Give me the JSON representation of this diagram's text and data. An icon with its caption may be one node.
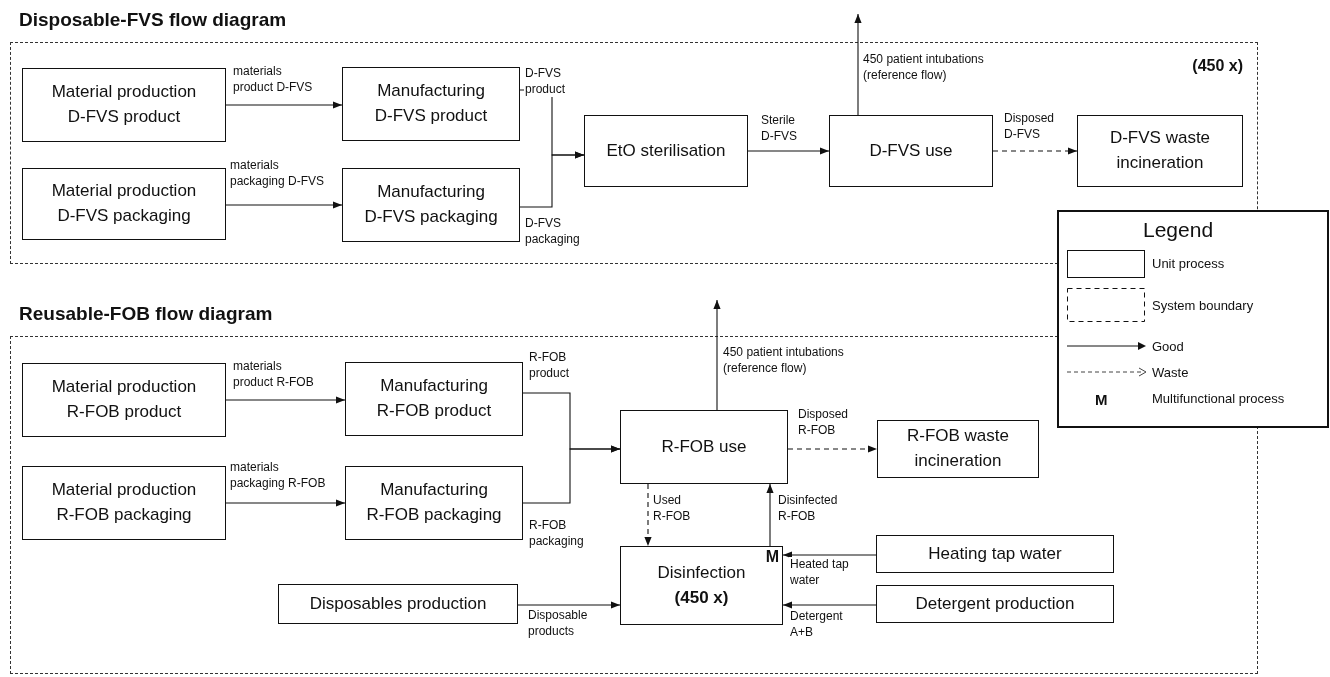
{
  "diagram": {
    "nodes": [
      {
        "text": [
          "Disposable-FVS flow diagram",
          "(450 x)"
        ]
      },
      {
        "text": [
          "Material production D-FVS product"
        ],
        "in": 0
      },
      {
        "text": [
          "Manufacturing D-FVS product"
        ],
        "in": 0
      },
      {
        "text": [
          "Material production D-FVS packaging"
        ],
        "in": 0
      },
      {
        "text": [
          "Manufacturing D-FVS packaging"
        ],
        "in": 0
      },
      {
        "text": [
          "EtO sterilisation"
        ],
        "in": 0
      },
      {
        "text": [
          "D-FVS use"
        ],
        "in": 0
      },
      {
        "text": [
          "D-FVS waste incineration"
        ],
        "in": 0
      },
      {
        "text": [
          "Reusable-FOB flow diagram"
        ]
      },
      {
        "text": [
          "Material production R-FOB product"
        ],
        "in": 8
      },
      {
        "text": [
          "Manufacturing R-FOB product"
        ],
        "in": 8
      },
      {
        "text": [
          "Material production R-FOB packaging"
        ],
        "in": 8
      },
      {
        "text": [
          "Manufacturing R-FOB packaging"
        ],
        "in": 8
      },
      {
        "text": [
          "R-FOB use"
        ],
        "in": 8
      },
      {
        "text": [
          "R-FOB waste incineration"
        ],
        "in": 8
      },
      {
        "text": [
          "Disinfection",
          "(450 x)",
          "M"
        ],
        "in": 8
      },
      {
        "text": [
          "Disposables production"
        ],
        "in": 8
      },
      {
        "text": [
          "Heating tap water"
        ],
        "in": 8
      },
      {
        "text": [
          "Detergent production"
        ],
        "in": 8
      }
    ],
    "edges": [
      {
        "from": 1,
        "to": 2,
        "arrow": "to",
        "label": "materials product D-FVS"
      },
      {
        "from": 3,
        "to": 4,
        "arrow": "to",
        "label": "materials packaging D-FVS"
      },
      {
        "from": 2,
        "to": 5,
        "arrow": "to",
        "label": "D-FVS product"
      },
      {
        "from": 4,
        "to": 5,
        "arrow": "to",
        "label": "D-FVS packaging"
      },
      {
        "from": 5,
        "to": 6,
        "arrow": "to",
        "label": "Sterile D-FVS"
      },
      {
        "from": 6,
        "to": null,
        "arrow": "to",
        "label": "450 patient intubations (reference flow)"
      },
      {
        "from": 6,
        "to": 7,
        "arrow": "to",
        "label": "Disposed D-FVS",
        "style": "dashed"
      },
      {
        "from": 9,
        "to": 10,
        "arrow": "to",
        "label": "materials product R-FOB"
      },
      {
        "from": 11,
        "to": 12,
        "arrow": "to",
        "label": "materials packaging R-FOB"
      },
      {
        "from": 10,
        "to": 13,
        "arrow": "to",
        "label": "R-FOB product"
      },
      {
        "from": 12,
        "to": 13,
        "arrow": "to",
        "label": "R-FOB packaging"
      },
      {
        "from": 13,
        "to": null,
        "arrow": "to",
        "label": "450 patient intubations (reference flow)"
      },
      {
        "from": 13,
        "to": 14,
        "arrow": "to",
        "label": "Disposed R-FOB",
        "style": "dashed"
      },
      {
        "from": 13,
        "to": 15,
        "arrow": "to",
        "label": "Used R-FOB",
        "style": "dashed"
      },
      {
        "from": 15,
        "to": 13,
        "arrow": "to",
        "label": "Disinfected R-FOB"
      },
      {
        "from": 17,
        "to": 15,
        "arrow": "to",
        "label": "Heated tap water"
      },
      {
        "from": 16,
        "to": 15,
        "arrow": "to",
        "label": "Disposable products"
      },
      {
        "from": 18,
        "to": 15,
        "arrow": "to",
        "label": "Detergent A+B"
      }
    ],
    "labels": [
      "Legend",
      "M"
    ],
    "legend": [
      {
        "text": "Unit process"
      },
      {
        "text": "System boundary"
      },
      {
        "text": "Good"
      },
      {
        "text": "Waste"
      },
      {
        "text": "Multifunctional process"
      }
    ]
  }
}
